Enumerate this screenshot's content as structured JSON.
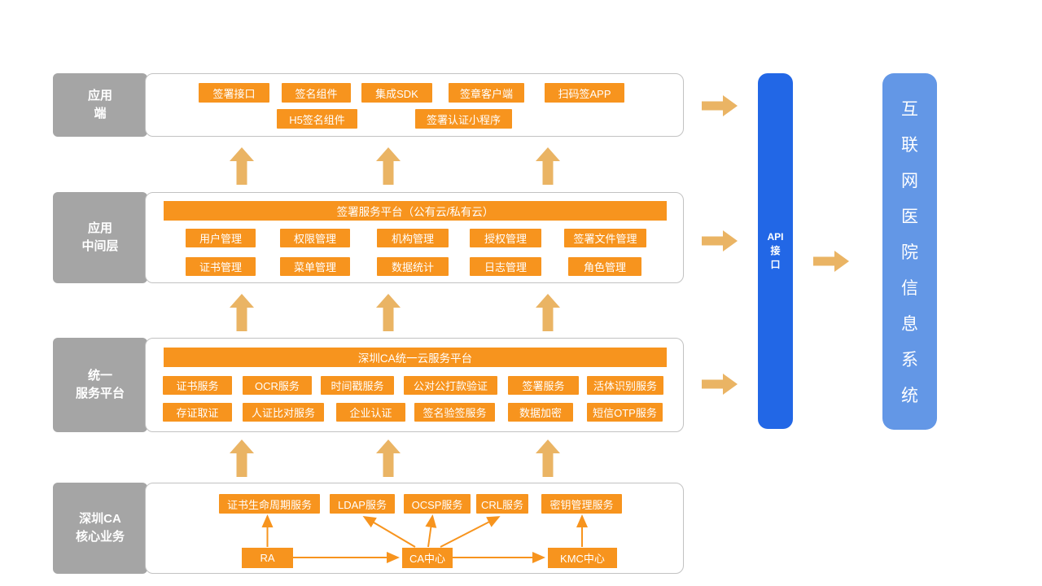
{
  "colors": {
    "chip_orange": "#F7941E",
    "arrow_tan": "#EAB464",
    "label_gray": "#A5A5A5",
    "api_blue": "#2267E6",
    "hospital_blue": "#6397E6"
  },
  "layers": [
    {
      "label_lines": [
        "应用",
        "端"
      ],
      "chips": [
        "签署接口",
        "签名组件",
        "集成SDK",
        "签章客户端",
        "扫码签APP",
        "H5签名组件",
        "签署认证小程序"
      ]
    },
    {
      "label_lines": [
        "应用",
        "中间层"
      ],
      "header": "签署服务平台（公有云/私有云）",
      "chips": [
        "用户管理",
        "权限管理",
        "机构管理",
        "授权管理",
        "签署文件管理",
        "证书管理",
        "菜单管理",
        "数据统计",
        "日志管理",
        "角色管理"
      ]
    },
    {
      "label_lines": [
        "统一",
        "服务平台"
      ],
      "header": "深圳CA统一云服务平台",
      "chips": [
        "证书服务",
        "OCR服务",
        "时间戳服务",
        "公对公打款验证",
        "签署服务",
        "活体识别服务",
        "存证取证",
        "人证比对服务",
        "企业认证",
        "签名验签服务",
        "数据加密",
        "短信OTP服务"
      ]
    },
    {
      "label_lines": [
        "深圳CA",
        "核心业务"
      ],
      "services": [
        "证书生命周期服务",
        "LDAP服务",
        "OCSP服务",
        "CRL服务",
        "密钥管理服务"
      ],
      "cores": [
        "RA",
        "CA中心",
        "KMC中心"
      ]
    }
  ],
  "api_box": {
    "lines": [
      "API",
      "接",
      "口"
    ]
  },
  "hospital_box": {
    "chars": [
      "互",
      "联",
      "网",
      "医",
      "院",
      "信",
      "息",
      "系",
      "统"
    ]
  }
}
